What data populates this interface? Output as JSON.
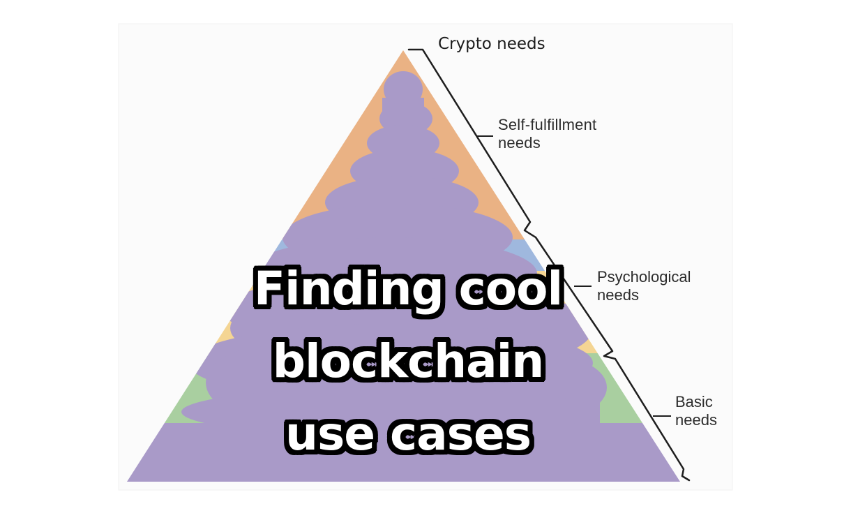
{
  "labels": {
    "crypto": "Crypto needs",
    "self_fulfillment": "Self-fulfillment\nneeds",
    "psychological": "Psychological\nneeds",
    "basic": "Basic\nneeds"
  },
  "caption": "Finding cool\nblockchain\nuse cases",
  "colors": {
    "background": "#ffffff",
    "orange_tier": "#eab284",
    "blue_tier": "#9fb8de",
    "yellow_tier": "#f4d593",
    "green_tier": "#a9cfa0",
    "purple_blob": "#a99ac8",
    "caption_fill": "#ffffff",
    "caption_outline": "#000000"
  }
}
